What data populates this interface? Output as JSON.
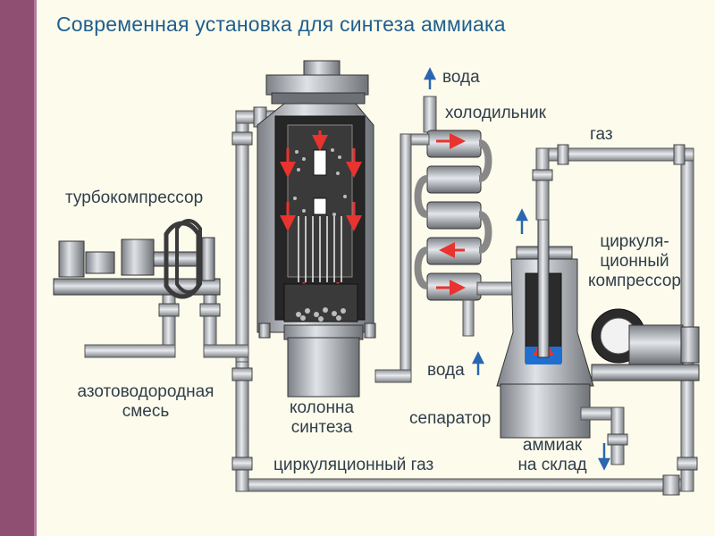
{
  "title": "Современная установка для синтеза аммиака",
  "labels": {
    "turbocompressor": "турбокомпрессор",
    "mixture_line1": "азотоводородная",
    "mixture_line2": "смесь",
    "column_line1": "колонна",
    "column_line2": "синтеза",
    "circ_gas": "циркуляционный газ",
    "water_out": "вода",
    "cooler": "холодильник",
    "gas": "газ",
    "circ_comp_line1": "циркуля-",
    "circ_comp_line2": "ционный",
    "circ_comp_line3": "компрессор",
    "water_in": "вода",
    "separator": "сепаратор",
    "ammonia_line1": "аммиак",
    "ammonia_line2": "на склад"
  },
  "colors": {
    "frame": "#8e4f73",
    "background": "#fdfbec",
    "title": "#1f5f8f",
    "pipe": "#c9ccd0",
    "equipment_dark": "#2b2b2b",
    "flow_arrow": "#e8332e",
    "liquid": "#1f6fd0"
  }
}
